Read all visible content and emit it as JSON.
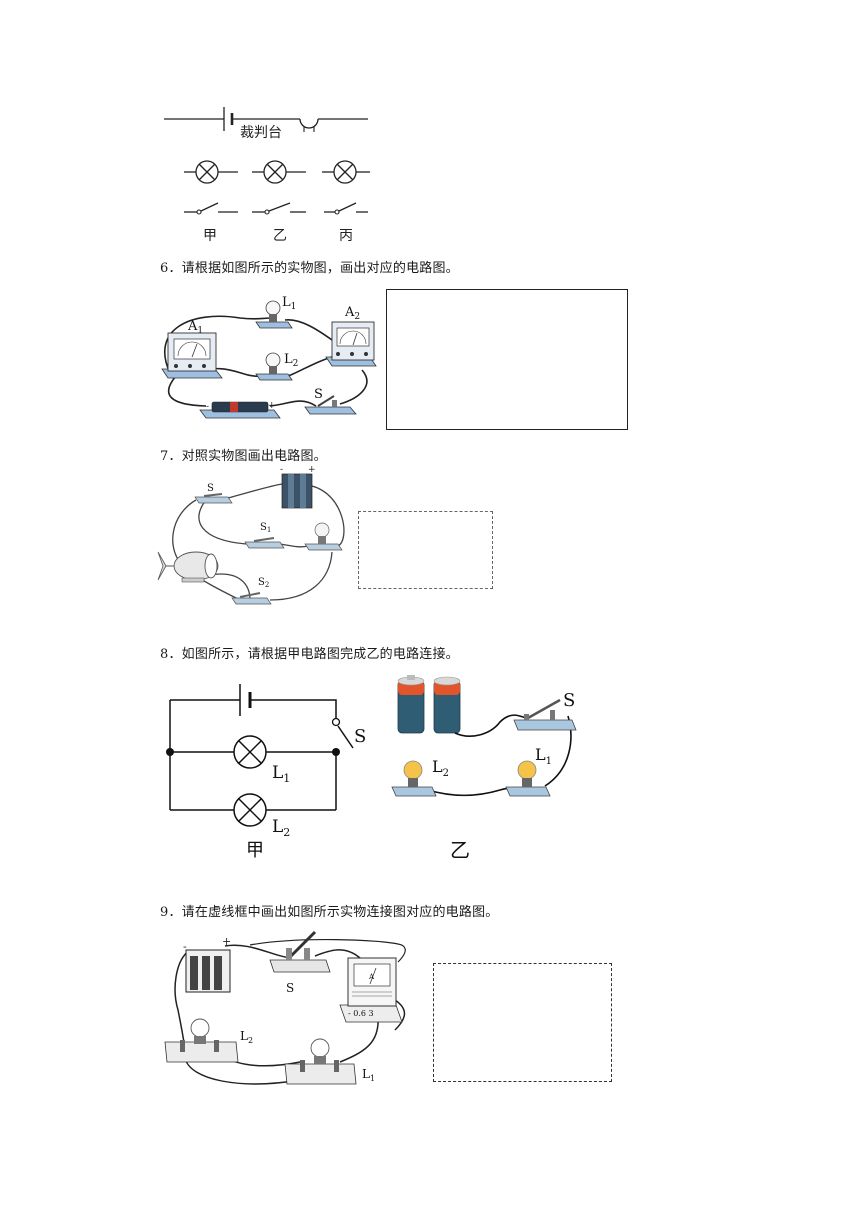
{
  "fig5": {
    "label_referee": "裁判台",
    "labels": [
      "甲",
      "乙",
      "丙"
    ]
  },
  "q6": {
    "text": "6．请根据如图所示的实物图，画出对应的电路图。",
    "labels": {
      "a1": "A",
      "a1_sub": "1",
      "a2": "A",
      "a2_sub": "2",
      "l1": "L",
      "l1_sub": "1",
      "l2": "L",
      "l2_sub": "2",
      "s": "S"
    }
  },
  "q7": {
    "text": "7．对照实物图画出电路图。",
    "labels": {
      "s": "S",
      "s1": "S",
      "s1_sub": "1",
      "s2": "S",
      "s2_sub": "2"
    }
  },
  "q8": {
    "text": "8．如图所示，请根据甲电路图完成乙的电路连接。",
    "labels": {
      "s_a": "S",
      "l1_a": "L",
      "l1_a_sub": "1",
      "l2_a": "L",
      "l2_a_sub": "2",
      "jia": "甲",
      "s_b": "S",
      "l1_b": "L",
      "l1_b_sub": "1",
      "l2_b": "L",
      "l2_b_sub": "2",
      "yi": "乙"
    }
  },
  "q9": {
    "text": "9．请在虚线框中画出如图所示实物连接图对应的电路图。",
    "labels": {
      "s": "S",
      "l1": "L",
      "l1_sub": "1",
      "l2": "L",
      "l2_sub": "2",
      "meter": "A",
      "scale": "- 0.6 3"
    }
  }
}
